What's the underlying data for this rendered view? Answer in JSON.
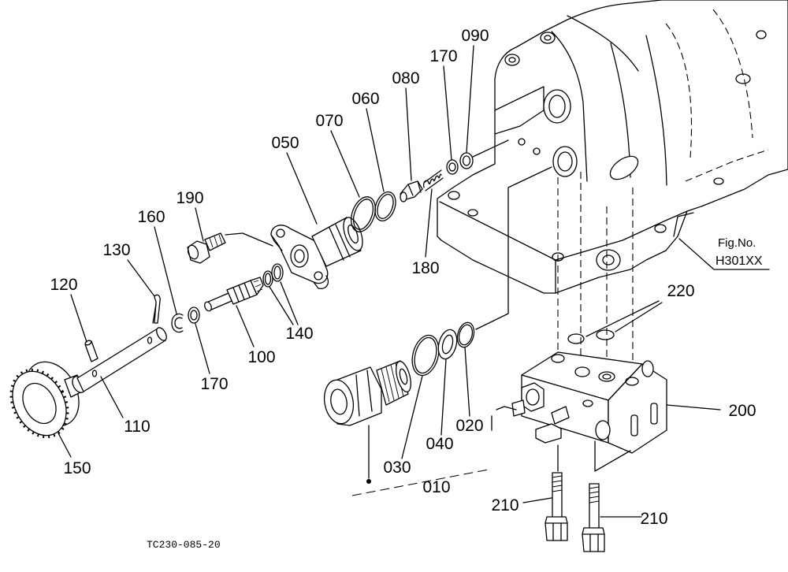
{
  "drawing": {
    "fig_no_label": "Fig.No.",
    "fig_no_value": "H301XX",
    "drawing_code": "TC230-085-20"
  },
  "callouts": [
    "090",
    "170",
    "080",
    "060",
    "070",
    "050",
    "190",
    "160",
    "130",
    "120",
    "180",
    "140",
    "100",
    "170",
    "110",
    "150",
    "220",
    "200",
    "210",
    "210",
    "020",
    "040",
    "030",
    "010"
  ]
}
